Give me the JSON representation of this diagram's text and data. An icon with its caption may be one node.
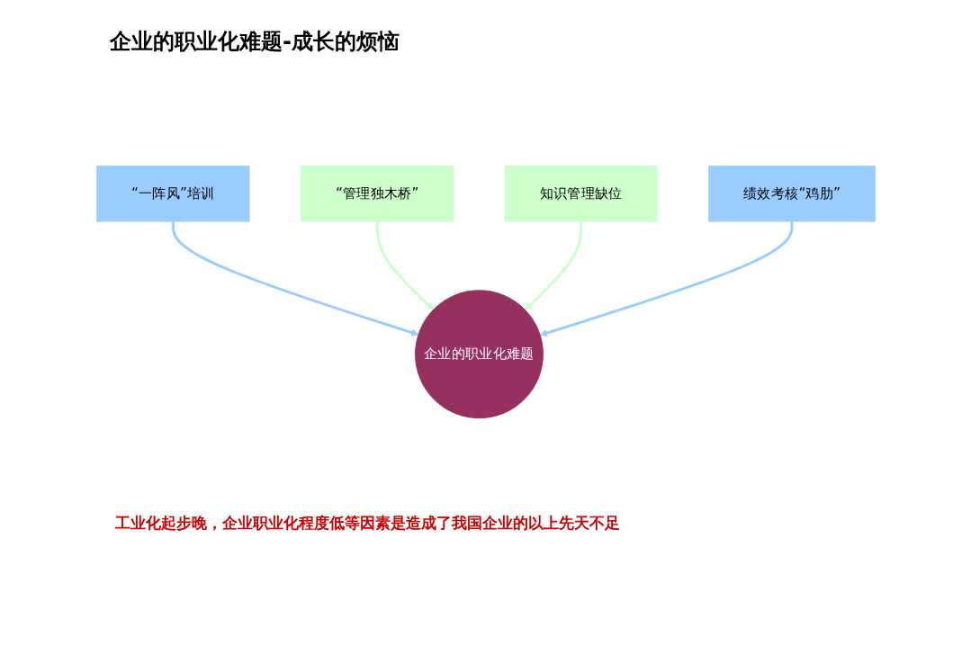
{
  "diagram": {
    "title": "企业的职业化难题-成长的烦恼",
    "nodes": [
      {
        "text": [
          "企业的职业化难题"
        ]
      },
      {
        "text": [
          "“一阵风”培训"
        ]
      },
      {
        "text": [
          "“管理独木桥”"
        ]
      },
      {
        "text": [
          "知识管理缺位"
        ]
      },
      {
        "text": [
          "绩效考核“鸡肋”"
        ]
      }
    ],
    "edges": [
      {
        "from": 1,
        "to": 0,
        "arrow": "to",
        "color": "#99ccff"
      },
      {
        "from": 2,
        "to": 0,
        "arrow": "to",
        "color": "#ccffcc"
      },
      {
        "from": 3,
        "to": 0,
        "arrow": "to",
        "color": "#ccffcc"
      },
      {
        "from": 4,
        "to": 0,
        "arrow": "to",
        "color": "#99ccff"
      }
    ],
    "labels": [
      "工业化起步晚，企业职业化程度低等因素是造成了我国企业的以上先天不足"
    ]
  }
}
